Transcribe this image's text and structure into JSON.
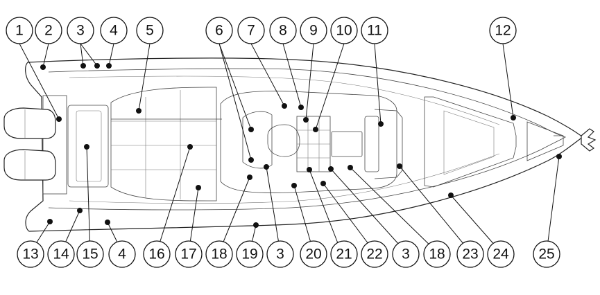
{
  "callouts_top": [
    "1",
    "2",
    "3",
    "4",
    "5",
    "6",
    "7",
    "8",
    "9",
    "10",
    "11",
    "12"
  ],
  "callouts_bottom": [
    "13",
    "14",
    "15",
    "4",
    "16",
    "17",
    "18",
    "19",
    "3",
    "20",
    "21",
    "22",
    "3",
    "18",
    "23",
    "24",
    "25"
  ],
  "colors": {
    "line": "#111111",
    "background": "#ffffff"
  }
}
